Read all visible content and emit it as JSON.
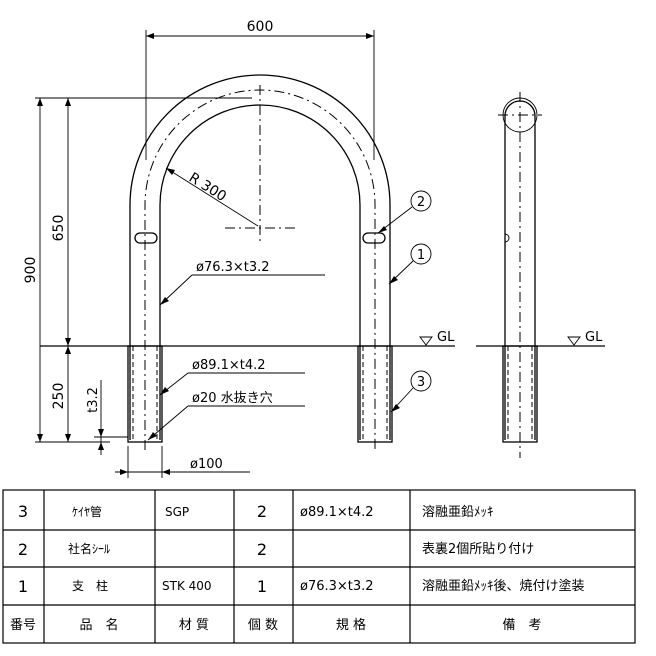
{
  "dimensions": {
    "width_overall": "600",
    "height_total": "900",
    "height_above_gl": "650",
    "depth_below_gl": "250",
    "radius": "R 300",
    "thickness_sleeve": "t3.2",
    "width_base": "ø100"
  },
  "annotations": {
    "pipe_main": "ø76.3×t3.2",
    "pipe_sleeve": "ø89.1×t4.2",
    "drain_hole": "ø20  水抜き穴",
    "ground_front": "GL",
    "ground_side": "GL"
  },
  "balloons": [
    "1",
    "2",
    "3"
  ],
  "parts_table": {
    "headers": [
      "番号",
      "品　名",
      "材 質",
      "個 数",
      "規 格",
      "備　考"
    ],
    "rows": [
      [
        "3",
        "ｹｲﾔ管",
        "SGP",
        "2",
        "ø89.1×t4.2",
        "溶融亜鉛ﾒｯｷ"
      ],
      [
        "2",
        "社名ｼｰﾙ",
        "",
        "2",
        "",
        "表裏2個所貼り付け"
      ],
      [
        "1",
        "支　柱",
        "STK 400",
        "1",
        "ø76.3×t3.2",
        "溶融亜鉛ﾒｯｷ後、焼付け塗装"
      ]
    ]
  }
}
